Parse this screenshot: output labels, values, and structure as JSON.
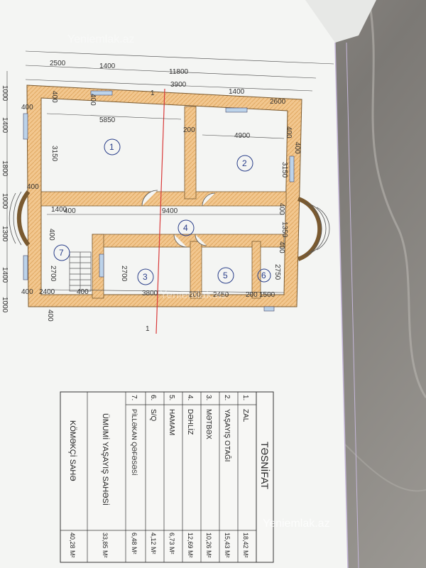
{
  "watermark": {
    "top": "Yeniemlak.az",
    "middle": "Yeniemlak.az",
    "bottom": "Yeniemlak.az"
  },
  "plan": {
    "dims_top": [
      "2500",
      "1400",
      "11800",
      "3900",
      "1400",
      "2600"
    ],
    "dims_inner": [
      "5850",
      "4900",
      "200",
      "3150",
      "3150",
      "9400",
      "400",
      "1400",
      "2700",
      "2700",
      "3800",
      "200",
      "2450",
      "200",
      "1500",
      "2750",
      "1350",
      "2400"
    ],
    "dims_wall": [
      "400",
      "400",
      "400",
      "400",
      "400",
      "400",
      "400",
      "400",
      "400",
      "400",
      "400",
      "400"
    ],
    "dims_left": [
      "1000",
      "1400",
      "1800",
      "1000",
      "1300",
      "1400",
      "1000"
    ],
    "rooms": [
      "1",
      "2",
      "3",
      "4",
      "5",
      "6",
      "7"
    ],
    "section_mark": "1"
  },
  "legend": {
    "title": "TƏSNİFAT",
    "rows": [
      {
        "no": "1.",
        "name": "ZAL",
        "area": "18,42 M²"
      },
      {
        "no": "2.",
        "name": "YAŞAYIŞ OTAĞI",
        "area": "15,43 M²"
      },
      {
        "no": "3.",
        "name": "MƏTBƏX",
        "area": "10,26 M²"
      },
      {
        "no": "4.",
        "name": "DƏHLİZ",
        "area": "12,69 M²"
      },
      {
        "no": "5.",
        "name": "HAMAM",
        "area": "6,73 M²"
      },
      {
        "no": "6.",
        "name": "S/Q",
        "area": "4,12 M²"
      },
      {
        "no": "7.",
        "name": "PİLLƏKAN QƏFƏSƏSİ",
        "area": "6,48 M²"
      }
    ],
    "total_living_label": "ÜMUMİ YAŞAYIŞ SAHƏSİ",
    "total_living_value": "33,85 M²",
    "aux_label": "KÖMƏKÇİ SAHƏ",
    "aux_value": "40,28 M²"
  },
  "colors": {
    "wall": "#f2c78f",
    "paper": "#f4f5f3",
    "marble": "#8f8b86",
    "section_line": "#d93a3a"
  }
}
